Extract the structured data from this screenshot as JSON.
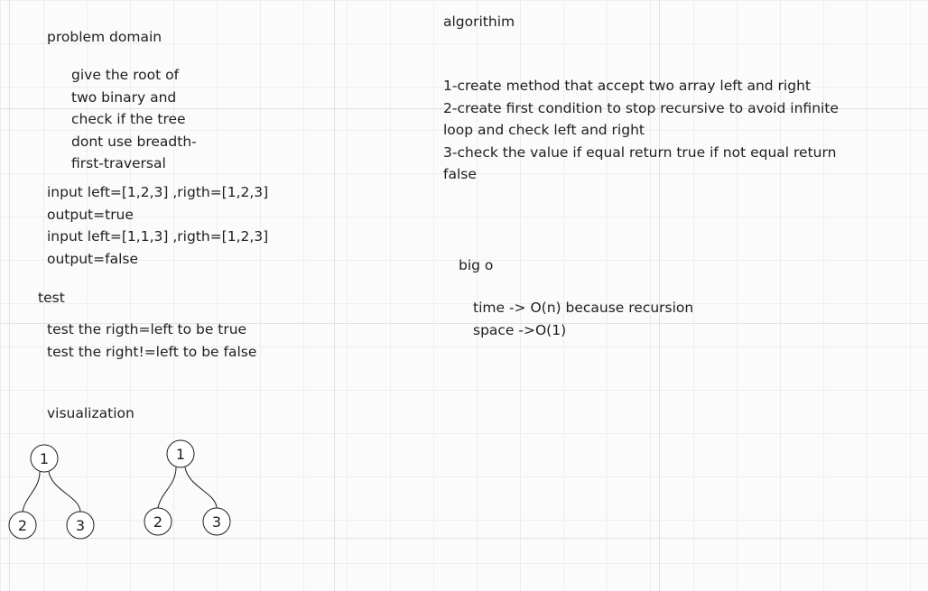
{
  "problem_domain": {
    "heading": "problem domain",
    "description": [
      "give the root of",
      "two binary and",
      "check if the tree",
      "dont use breadth-",
      "first-traversal"
    ],
    "examples": [
      "input left=[1,2,3] ,rigth=[1,2,3]",
      "output=true",
      "input left=[1,1,3] ,rigth=[1,2,3]",
      "output=false"
    ]
  },
  "test": {
    "heading": "test",
    "cases": [
      "test the rigth=left to be true",
      "test the right!=left to be false"
    ]
  },
  "visualization": {
    "heading": "visualization",
    "trees": [
      {
        "root": "1",
        "left": "2",
        "right": "3"
      },
      {
        "root": "1",
        "left": "2",
        "right": "3"
      }
    ]
  },
  "algorithm": {
    "heading": "algorithim",
    "steps": [
      "1-create method that accept two array left and right",
      "2-create first condition to stop recursive to avoid infinite",
      "loop and check left and right",
      "3-check the value if equal return true if not equal return",
      "false"
    ]
  },
  "big_o": {
    "heading": "big o",
    "lines": [
      "time -> O(n) because recursion",
      "space ->O(1)"
    ]
  },
  "colors": {
    "ink": "#1e1e1e",
    "grid": "#eeeeee",
    "background": "#fbfbfb"
  }
}
